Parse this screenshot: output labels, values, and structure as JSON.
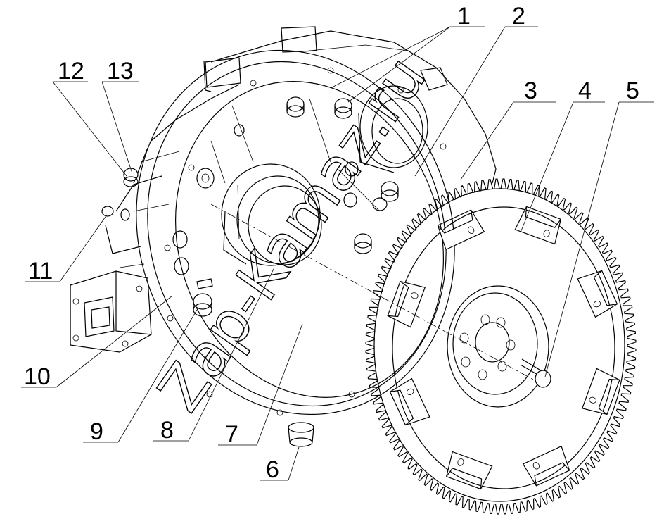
{
  "callouts": [
    {
      "id": "1",
      "label": "1"
    },
    {
      "id": "2",
      "label": "2"
    },
    {
      "id": "3",
      "label": "3"
    },
    {
      "id": "4",
      "label": "4"
    },
    {
      "id": "5",
      "label": "5"
    },
    {
      "id": "6",
      "label": "6"
    },
    {
      "id": "7",
      "label": "7"
    },
    {
      "id": "8",
      "label": "8"
    },
    {
      "id": "9",
      "label": "9"
    },
    {
      "id": "10",
      "label": "10"
    },
    {
      "id": "11",
      "label": "11"
    },
    {
      "id": "12",
      "label": "12"
    },
    {
      "id": "13",
      "label": "13"
    }
  ],
  "watermark": {
    "text": "Zap-Kamaz.ru"
  },
  "ring_gear": {
    "teeth": 120
  }
}
